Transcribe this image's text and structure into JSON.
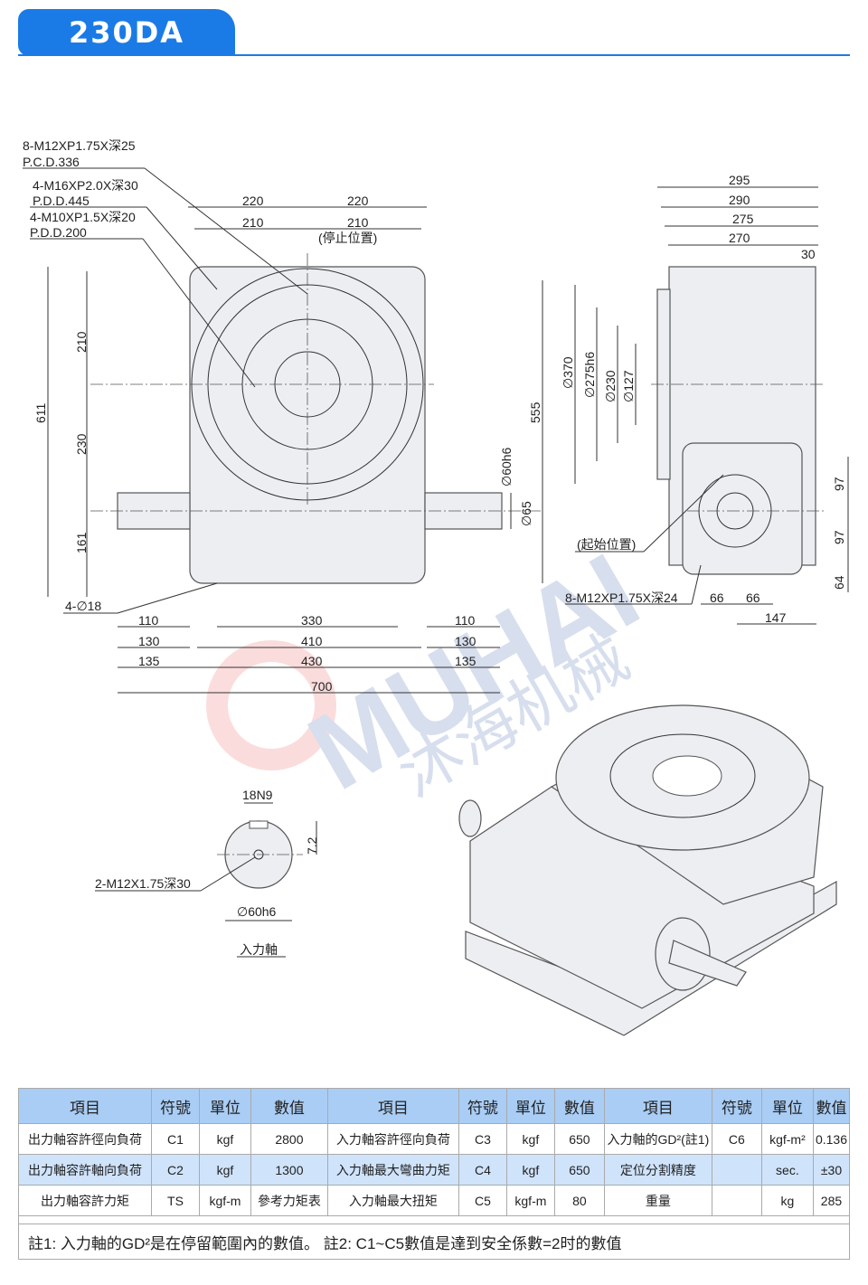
{
  "header": {
    "title": "230DA"
  },
  "front_view": {
    "callouts": [
      "8-M12XP1.75X深25",
      "P.C.D.336",
      "4-M16XP2.0X深30",
      "P.D.D.445",
      "4-M10XP1.5X深20",
      "P.D.D.200"
    ],
    "top_dims": [
      "220",
      "220",
      "210",
      "210"
    ],
    "stop_position": "(停止位置)",
    "left_dims": [
      "611",
      "210",
      "230",
      "161"
    ],
    "right_dims": [
      "555",
      "∅60h6",
      "∅65"
    ],
    "hole_label": "4-∅18",
    "bottom_dims": [
      "110",
      "130",
      "135",
      "330",
      "410",
      "430",
      "110",
      "130",
      "135",
      "700"
    ]
  },
  "side_view": {
    "top_dims": [
      "295",
      "290",
      "275",
      "270",
      "30"
    ],
    "diameters": [
      "∅370",
      "∅275h6",
      "∅230",
      "∅127"
    ],
    "start_position": "(起始位置)",
    "callout": "8-M12XP1.75X深24",
    "bottom_dims": [
      "66",
      "66",
      "147"
    ],
    "right_dims": [
      "97",
      "97",
      "64"
    ]
  },
  "shaft_detail": {
    "keyway": "18N9",
    "depth": "7.2",
    "thread": "2-M12X1.75深30",
    "diameter": "∅60h6",
    "title": "入力軸"
  },
  "watermark": {
    "brand": "MUHAI",
    "cn": "沐海机械"
  },
  "spec_table": {
    "headers": [
      "項目",
      "符號",
      "單位",
      "數值",
      "項目",
      "符號",
      "單位",
      "數值",
      "項目",
      "符號",
      "單位",
      "數值"
    ],
    "rows": [
      [
        "出力軸容許徑向負荷",
        "C1",
        "kgf",
        "2800",
        "入力軸容許徑向負荷",
        "C3",
        "kgf",
        "650",
        "入力軸的GD²(註1)",
        "C6",
        "kgf-m²",
        "0.136"
      ],
      [
        "出力軸容許軸向負荷",
        "C2",
        "kgf",
        "1300",
        "入力軸最大彎曲力矩",
        "C4",
        "kgf",
        "650",
        "定位分割精度",
        "",
        "sec.",
        "±30"
      ],
      [
        "出力軸容許力矩",
        "TS",
        "kgf-m",
        "參考力矩表",
        "入力軸最大扭矩",
        "C5",
        "kgf-m",
        "80",
        "重量",
        "",
        "kg",
        "285"
      ]
    ],
    "note": "註1: 入力軸的GD²是在停留範圍內的數值。 註2: C1~C5數值是達到安全係數=2时的數值"
  }
}
